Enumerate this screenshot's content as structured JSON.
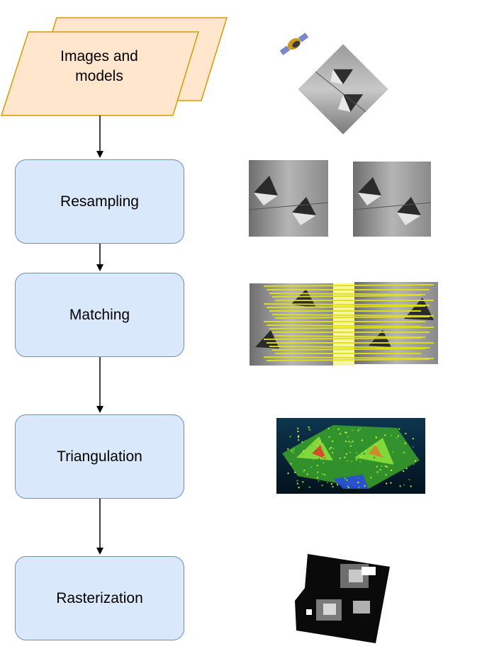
{
  "input_node": {
    "label_line1": "Images and",
    "label_line2": "models"
  },
  "steps": [
    {
      "label": "Resampling"
    },
    {
      "label": "Matching"
    },
    {
      "label": "Triangulation"
    },
    {
      "label": "Rasterization"
    }
  ],
  "colors": {
    "input_fill": "#ffe6cc",
    "input_stroke": "#d79b00",
    "step_fill": "#dae8fc",
    "step_stroke": "#6c8ebf",
    "match_line": "#e6e619",
    "pointcloud_bg": "#0a2a3a"
  },
  "illustrations": [
    "satellite-and-pyramids-image",
    "resampled-image-pair",
    "matched-image-pair",
    "triangulated-point-cloud",
    "rasterized-dsm"
  ]
}
